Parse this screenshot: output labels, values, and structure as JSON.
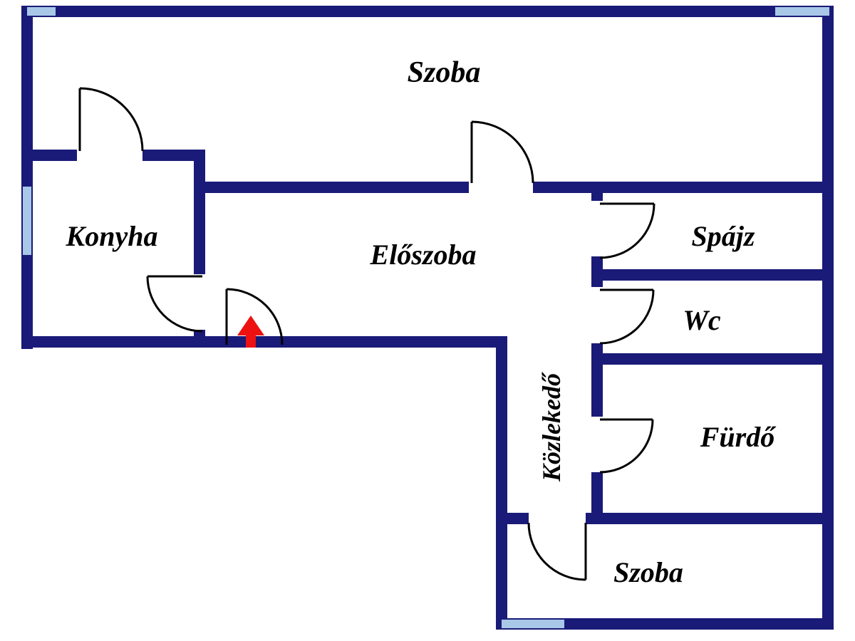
{
  "meta": {
    "type": "floor-plan",
    "language": "Hungarian"
  },
  "colors": {
    "wall": "#1a1a78",
    "window": "#a9c8e8",
    "door_line": "#000000",
    "entrance_arrow": "#ee1111",
    "background": "#ffffff",
    "label_text": "#000000"
  },
  "rooms": {
    "szoba_top": {
      "label": "Szoba"
    },
    "konyha": {
      "label": "Konyha"
    },
    "eloszoba": {
      "label": "Előszoba"
    },
    "spajz": {
      "label": "Spájz"
    },
    "wc": {
      "label": "Wc"
    },
    "furdo": {
      "label": "Fürdő"
    },
    "kozlekedo": {
      "label": "Közlekedő"
    },
    "szoba_bottom": {
      "label": "Szoba"
    }
  },
  "entrance": {
    "symbol": "red-arrow-up"
  }
}
